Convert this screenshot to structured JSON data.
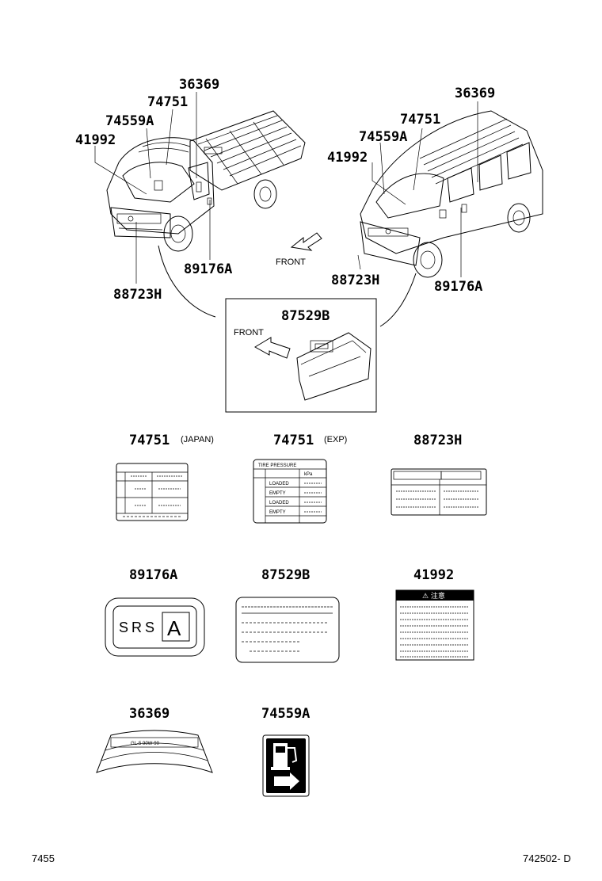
{
  "callouts": {
    "truck": {
      "p36369": "36369",
      "p74751": "74751",
      "p74559A": "74559A",
      "p41992": "41992",
      "p89176A": "89176A",
      "p88723H": "88723H"
    },
    "van": {
      "p36369": "36369",
      "p74751": "74751",
      "p74559A": "74559A",
      "p41992": "41992",
      "p88723H": "88723H",
      "p89176A": "89176A"
    },
    "front_arrow_label": "FRONT",
    "inset": {
      "part": "87529B",
      "front_label": "FRONT"
    }
  },
  "labels": {
    "l74751_japan": {
      "part": "74751",
      "suffix": "(JAPAN)"
    },
    "l74751_exp": {
      "part": "74751",
      "suffix": "(EXP)",
      "header": "TIRE PRESSURE",
      "col1": "kPa",
      "rows": [
        "LOADED",
        "EMPTY",
        "LOADED",
        "EMPTY"
      ]
    },
    "l88723H": {
      "part": "88723H"
    },
    "l89176A": {
      "part": "89176A",
      "text": "SRS",
      "box": "A"
    },
    "l87529B": {
      "part": "87529B"
    },
    "l41992": {
      "part": "41992",
      "header": "⚠ 注意"
    },
    "l36369": {
      "part": "36369",
      "text": "GL-5 90W-90"
    },
    "l74559A": {
      "part": "74559A"
    }
  },
  "footer": {
    "left": "7455",
    "right": "742502- D"
  }
}
